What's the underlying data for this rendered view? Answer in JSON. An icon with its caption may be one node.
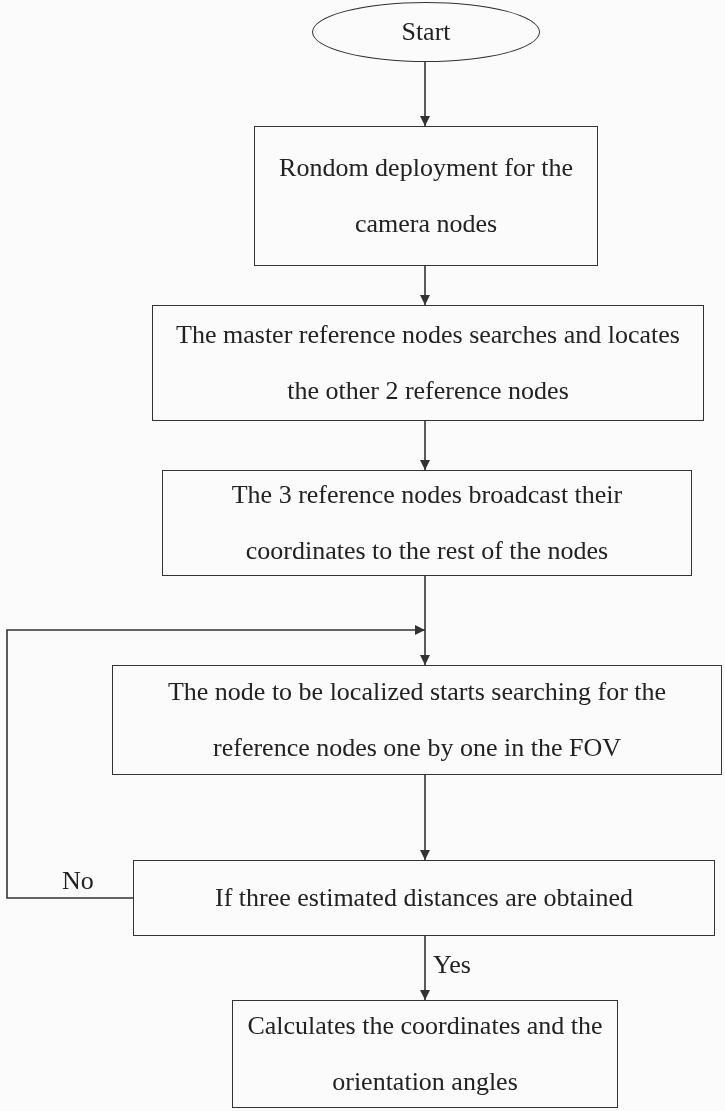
{
  "diagram": {
    "nodes": [
      {
        "text": [
          "Start"
        ]
      },
      {
        "text": [
          "Rondom deployment for the camera nodes"
        ]
      },
      {
        "text": [
          "The master reference nodes searches and locates the other 2 reference nodes"
        ]
      },
      {
        "text": [
          "The 3 reference nodes broadcast their coordinates to the rest of the nodes"
        ]
      },
      {
        "text": [
          "The node to be localized starts searching for the reference nodes one by one in the FOV"
        ]
      },
      {
        "text": [
          "If three estimated distances are obtained"
        ]
      },
      {
        "text": [
          "Calculates the coordinates and the orientation angles"
        ]
      }
    ],
    "edges": [
      {
        "from": 0,
        "to": 1,
        "arrow": "to"
      },
      {
        "from": 1,
        "to": 2,
        "arrow": "to"
      },
      {
        "from": 2,
        "to": 3,
        "arrow": "to"
      },
      {
        "from": 3,
        "to": 4,
        "arrow": "to"
      },
      {
        "from": 4,
        "to": 5,
        "arrow": "to"
      },
      {
        "from": 5,
        "to": 4,
        "label": "No",
        "arrow": "to"
      },
      {
        "from": 5,
        "to": 6,
        "label": "Yes",
        "arrow": "to"
      }
    ]
  }
}
